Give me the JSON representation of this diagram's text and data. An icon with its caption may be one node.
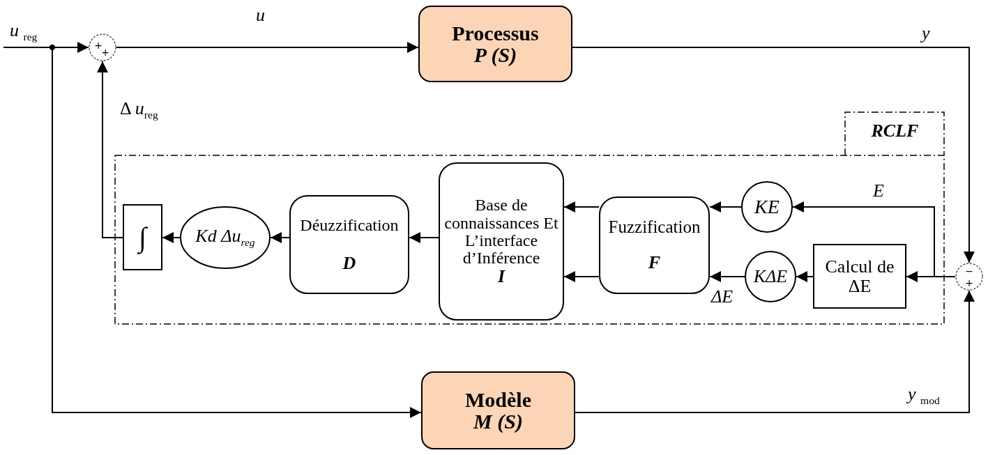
{
  "diagram": {
    "nodes": [
      {
        "text": [
          "+",
          "+"
        ]
      },
      {
        "text": [
          "Processus",
          "P (S)"
        ]
      },
      {
        "text": [
          "−",
          "+"
        ]
      },
      {
        "text": [
          "RCLF"
        ]
      },
      {
        "text": [
          "Calcul de ΔE"
        ],
        "in": 3
      },
      {
        "text": [
          "KE"
        ],
        "in": 3
      },
      {
        "text": [
          "KΔE"
        ],
        "in": 3
      },
      {
        "text": [
          "Fuzzification",
          "F"
        ],
        "in": 3
      },
      {
        "text": [
          "Base de connaissances Et L’interface d’Inférence",
          "I"
        ],
        "in": 3
      },
      {
        "text": [
          "Déuzzification",
          "D"
        ],
        "in": 3
      },
      {
        "text": [
          "Kd Δu$_{reg}$"
        ],
        "in": 3
      },
      {
        "text": [
          "∫"
        ],
        "in": 3
      },
      {
        "text": [
          "Modèle",
          "M (S)"
        ]
      }
    ],
    "edges": [
      {
        "from": null,
        "to": 0,
        "arrow": "to",
        "label": "*u* $_{reg}$"
      },
      {
        "from": null,
        "to": 12,
        "arrow": "to"
      },
      {
        "from": 0,
        "to": 1,
        "arrow": "to",
        "label": "*u*"
      },
      {
        "from": 1,
        "to": 2,
        "arrow": "to",
        "label": "*y*"
      },
      {
        "from": 12,
        "to": 2,
        "arrow": "to",
        "label": "*y* $_{mod}$"
      },
      {
        "from": 2,
        "to": 4,
        "arrow": "to"
      },
      {
        "from": 2,
        "to": 5,
        "arrow": "to",
        "label": "*E*"
      },
      {
        "from": 4,
        "to": 6,
        "arrow": "to"
      },
      {
        "from": 5,
        "to": 7,
        "arrow": "to"
      },
      {
        "from": 6,
        "to": 7,
        "arrow": "to",
        "label": "ΔE"
      },
      {
        "from": 7,
        "to": 8,
        "arrow": "to"
      },
      {
        "from": 7,
        "to": 8,
        "arrow": "to"
      },
      {
        "from": 8,
        "to": 9,
        "arrow": "to"
      },
      {
        "from": 9,
        "to": 10,
        "arrow": "to"
      },
      {
        "from": 10,
        "to": 11,
        "arrow": "to"
      },
      {
        "from": 11,
        "to": 0,
        "arrow": "to",
        "label": "Δ *u*$_{reg}$"
      }
    ]
  }
}
